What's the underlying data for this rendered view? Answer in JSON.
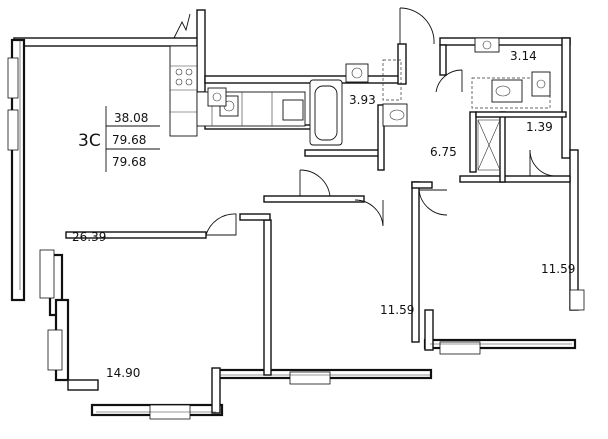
{
  "apartment": {
    "type_code": "3С",
    "area_living": "38.08",
    "area_total": "79.68",
    "area_total_2": "79.68"
  },
  "rooms": {
    "living_kitchen": "26.39",
    "bedroom_left": "14.90",
    "bedroom_middle": "11.59",
    "bedroom_right": "11.59",
    "hall": "6.75",
    "bathroom": "3.93",
    "wc": "3.14",
    "storage": "1.39"
  }
}
